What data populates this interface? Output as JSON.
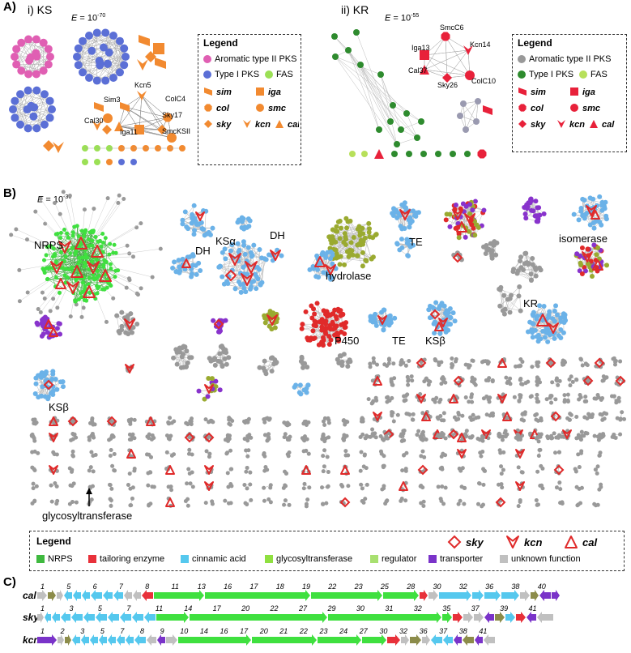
{
  "panelA": {
    "label": "A)",
    "ks": {
      "title": "i) KS",
      "evalue_base": "E",
      "evalue": "= 10",
      "evalue_exp": "-70",
      "node_labels": [
        "Kcn5",
        "ColC4",
        "Sim3",
        "Sky17",
        "Cal30",
        "Iga11",
        "SmcKSII"
      ]
    },
    "kr": {
      "title": "ii) KR",
      "evalue_base": "E",
      "evalue": "= 10",
      "evalue_exp": "-55",
      "node_labels": [
        "SmcC6",
        "Iga13",
        "Kcn14",
        "Cal37",
        "ColC10",
        "Sky26"
      ]
    },
    "legend_ks": {
      "title": "Legend",
      "items": [
        {
          "label": "Aromatic type II PKS",
          "color": "#e05fb3"
        },
        {
          "label": "Type I PKS",
          "color": "#5b6fd6"
        },
        {
          "label": "FAS",
          "color": "#9be055"
        }
      ],
      "shapes": [
        "sim",
        "iga",
        "col",
        "smc",
        "sky",
        "kcn",
        "cal"
      ],
      "shape_color": "#f28a30"
    },
    "legend_kr": {
      "title": "Legend",
      "items": [
        {
          "label": "Aromatic type II PKS",
          "color": "#999999"
        },
        {
          "label": "Type I PKS",
          "color": "#2e8b2e"
        },
        {
          "label": "FAS",
          "color": "#b7e05a"
        }
      ],
      "shapes": [
        "sim",
        "iga",
        "col",
        "smc",
        "sky",
        "kcn",
        "cal"
      ],
      "shape_color": "#e8213a"
    }
  },
  "panelB": {
    "label": "B)",
    "evalue_base": "E",
    "evalue": "= 10",
    "evalue_exp": "-30",
    "cluster_labels": [
      "NRPS",
      "DH",
      "KSα",
      "DH",
      "hydrolase",
      "TE",
      "isomerase",
      "KR",
      "P450",
      "TE",
      "KSβ",
      "KSβ",
      "glycosyltransferase"
    ],
    "legend": {
      "title": "Legend",
      "shapes": [
        "sky",
        "kcn",
        "cal"
      ],
      "items": [
        {
          "label": "NRPS",
          "color": "#3fb93f"
        },
        {
          "label": "tailoring enzyme",
          "color": "#e8313a"
        },
        {
          "label": "cinnamic acid",
          "color": "#55c8ee"
        },
        {
          "label": "glycosyltransferase",
          "color": "#8fe040"
        },
        {
          "label": "regulator",
          "color": "#a8e070"
        },
        {
          "label": "transporter",
          "color": "#7a33c9"
        },
        {
          "label": "unknown function",
          "color": "#c0c0c0"
        }
      ]
    }
  },
  "panelC": {
    "label": "C)",
    "rows": [
      {
        "name": "cal",
        "numbers": [
          "1",
          "5",
          "6",
          "7",
          "8",
          "11",
          "13",
          "16",
          "17",
          "18",
          "19",
          "22",
          "23",
          "25",
          "28",
          "30",
          "32",
          "36",
          "38",
          "40"
        ]
      },
      {
        "name": "sky",
        "numbers": [
          "1",
          "3",
          "5",
          "7",
          "11",
          "14",
          "17",
          "20",
          "22",
          "27",
          "29",
          "30",
          "31",
          "32",
          "35",
          "37",
          "39",
          "41"
        ]
      },
      {
        "name": "kcn",
        "numbers": [
          "1",
          "2",
          "3",
          "5",
          "7",
          "8",
          "9",
          "10",
          "14",
          "16",
          "17",
          "20",
          "21",
          "22",
          "23",
          "24",
          "27",
          "30",
          "32",
          "36",
          "37",
          "38",
          "41"
        ]
      }
    ]
  }
}
